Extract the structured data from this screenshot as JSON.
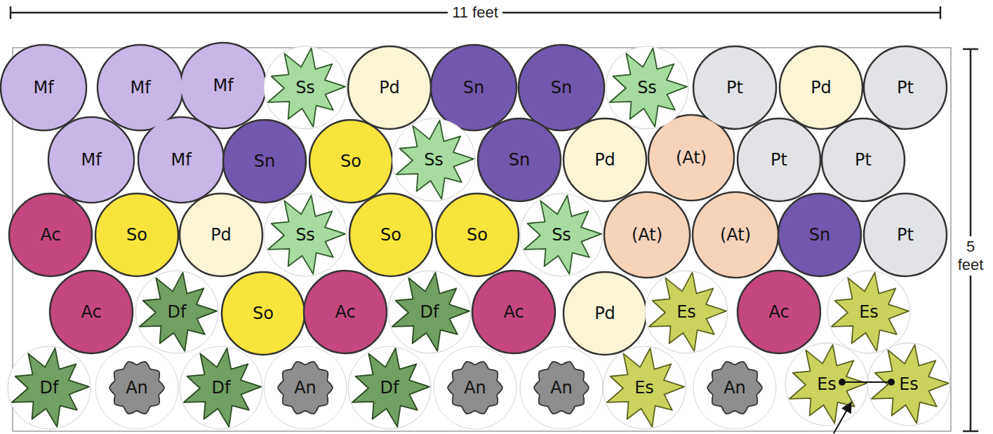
{
  "diagram": {
    "nodes": [
      {
        "text": [
          "Mf"
        ]
      },
      {
        "text": [
          "Mf"
        ]
      },
      {
        "text": [
          "Mf"
        ]
      },
      {
        "text": [
          "Ss"
        ]
      },
      {
        "text": [
          "Pd"
        ]
      },
      {
        "text": [
          "Sn"
        ]
      },
      {
        "text": [
          "Sn"
        ]
      },
      {
        "text": [
          "Ss"
        ]
      },
      {
        "text": [
          "Pt"
        ]
      },
      {
        "text": [
          "Pd"
        ]
      },
      {
        "text": [
          "Pt"
        ]
      },
      {
        "text": [
          "Mf"
        ]
      },
      {
        "text": [
          "Mf"
        ]
      },
      {
        "text": [
          "Sn"
        ]
      },
      {
        "text": [
          "So"
        ]
      },
      {
        "text": [
          "Ss"
        ]
      },
      {
        "text": [
          "Sn"
        ]
      },
      {
        "text": [
          "Pd"
        ]
      },
      {
        "text": [
          "(At)"
        ]
      },
      {
        "text": [
          "Pt"
        ]
      },
      {
        "text": [
          "Pt"
        ]
      },
      {
        "text": [
          "Ac"
        ]
      },
      {
        "text": [
          "So"
        ]
      },
      {
        "text": [
          "Pd"
        ]
      },
      {
        "text": [
          "Ss"
        ]
      },
      {
        "text": [
          "So"
        ]
      },
      {
        "text": [
          "So"
        ]
      },
      {
        "text": [
          "Ss"
        ]
      },
      {
        "text": [
          "(At)"
        ]
      },
      {
        "text": [
          "(At)"
        ]
      },
      {
        "text": [
          "Sn"
        ]
      },
      {
        "text": [
          "Pt"
        ]
      },
      {
        "text": [
          "Ac"
        ]
      },
      {
        "text": [
          "Df"
        ]
      },
      {
        "text": [
          "So"
        ]
      },
      {
        "text": [
          "Ac"
        ]
      },
      {
        "text": [
          "Df"
        ]
      },
      {
        "text": [
          "Ac"
        ]
      },
      {
        "text": [
          "Pd"
        ]
      },
      {
        "text": [
          "Es"
        ]
      },
      {
        "text": [
          "Ac"
        ]
      },
      {
        "text": [
          "Es"
        ]
      },
      {
        "text": [
          "Df"
        ]
      },
      {
        "text": [
          "An"
        ]
      },
      {
        "text": [
          "Df"
        ]
      },
      {
        "text": [
          "An"
        ]
      },
      {
        "text": [
          "Df"
        ]
      },
      {
        "text": [
          "An"
        ]
      },
      {
        "text": [
          "An"
        ]
      },
      {
        "text": [
          "Es"
        ]
      },
      {
        "text": [
          "An"
        ]
      },
      {
        "text": [
          "Es"
        ]
      },
      {
        "text": [
          "Es"
        ]
      }
    ],
    "labels": [
      "11 feet",
      "5 feet"
    ]
  }
}
